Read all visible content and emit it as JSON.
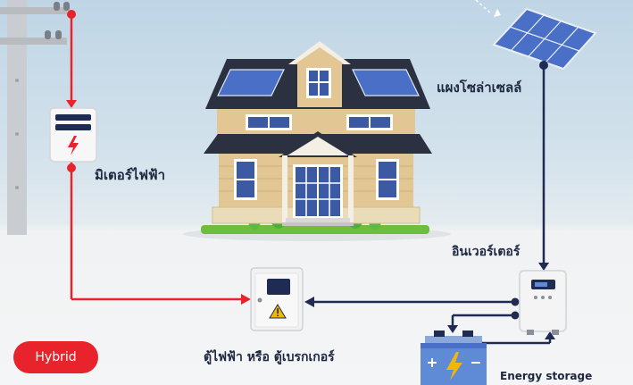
{
  "labels": {
    "solar_panel": "แผงโซล่าเซลล์",
    "electric_meter": "มิเตอร์ไฟฟ้า",
    "inverter": "อินเวอร์เตอร์",
    "breaker_box": "ตู้ไฟฟ้า หรือ ตู้เบรกเกอร์",
    "energy_storage": "Energy storage"
  },
  "badge": {
    "text": "Hybrid"
  },
  "colors": {
    "grid_line": "#e8232b",
    "dc_line": "#1f2b52",
    "badge": "#e8232b",
    "roof": "#2b3140",
    "wall": "#e2c794",
    "solar_cell": "#4a6fc7"
  }
}
